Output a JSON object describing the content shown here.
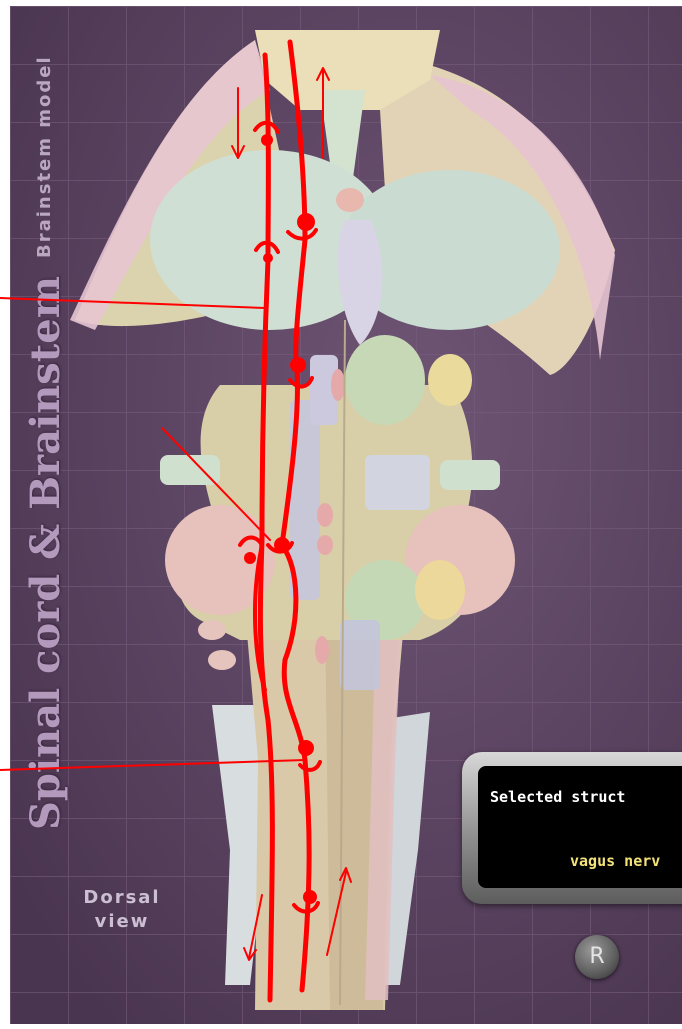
{
  "app": {
    "subtitle": "Brainstem model",
    "title": "Spinal cord & Brainstem",
    "view_label": "Dorsal\nview",
    "colors": {
      "background": "#5e4663",
      "grid_line": "#7a5f80",
      "annotation": "#ff0000",
      "panel_value": "#f3e27a"
    }
  },
  "info_panel": {
    "heading": "Selected struct",
    "value": "vagus nerv"
  },
  "controls": {
    "reset_label": "R",
    "reset_icon": "reset-icon"
  },
  "model": {
    "icon": "brainstem-model-dorsal-view",
    "annotation_color": "#ff0000"
  }
}
